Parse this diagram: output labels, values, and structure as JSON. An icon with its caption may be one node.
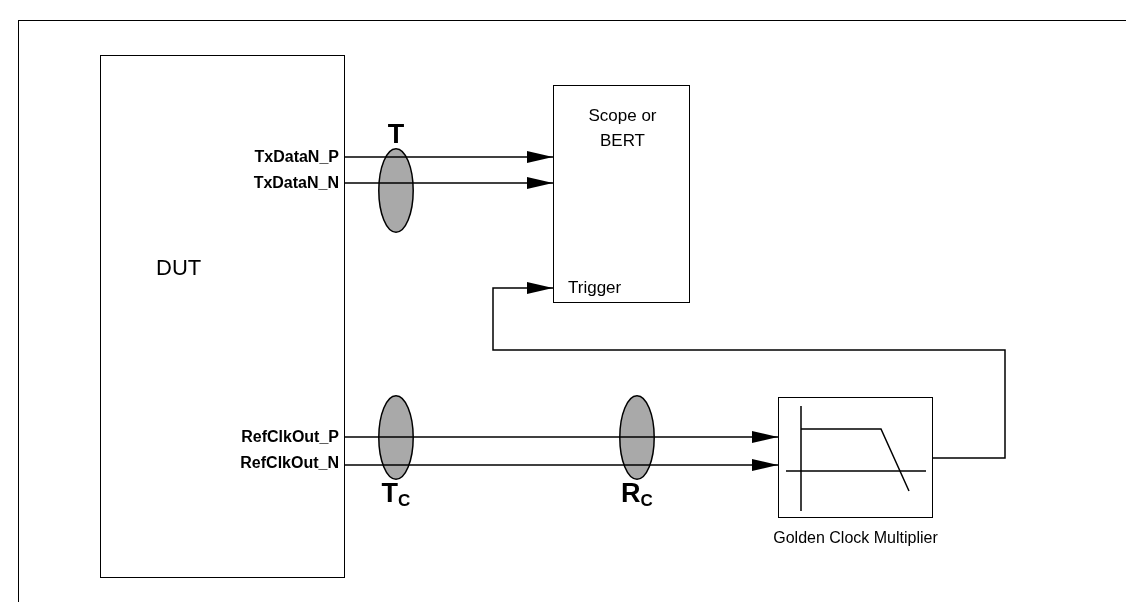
{
  "diagram": {
    "nodes": [
      {
        "text": [
          "TxDataN_P",
          "TxDataN_N",
          "DUT",
          "RefClkOut_P",
          "RefClkOut_N"
        ]
      },
      {
        "text": [
          "Scope or BERT",
          "Trigger"
        ]
      },
      {
        "text": [],
        "shape": "box",
        "beside": [
          "Golden Clock Multiplier"
        ]
      },
      {
        "text": [
          "T"
        ]
      },
      {
        "text": [
          "T$_{C}$"
        ]
      },
      {
        "text": [
          "R$_{C}$"
        ]
      }
    ],
    "edges": [
      {
        "from": 0,
        "to": 3,
        "arrow": "none"
      },
      {
        "from": 3,
        "to": 1,
        "arrow": "to"
      },
      {
        "from": 0,
        "to": 3,
        "arrow": "none"
      },
      {
        "from": 3,
        "to": 1,
        "arrow": "to"
      },
      {
        "from": 0,
        "to": 4,
        "arrow": "none"
      },
      {
        "from": 4,
        "to": 5,
        "arrow": "none"
      },
      {
        "from": 5,
        "to": 2,
        "arrow": "to"
      },
      {
        "from": 0,
        "to": 4,
        "arrow": "none"
      },
      {
        "from": 4,
        "to": 5,
        "arrow": "none"
      },
      {
        "from": 5,
        "to": 2,
        "arrow": "to"
      },
      {
        "from": 2,
        "to": 1,
        "arrow": "to"
      }
    ]
  }
}
